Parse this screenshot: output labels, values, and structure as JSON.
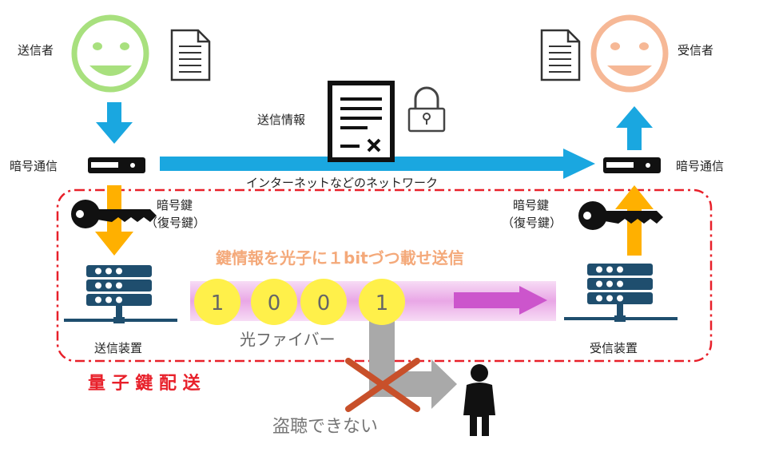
{
  "sender": {
    "label": "送信者"
  },
  "receiver": {
    "label": "受信者"
  },
  "encrypt_left": {
    "label": "暗号通信"
  },
  "encrypt_right": {
    "label": "暗号通信"
  },
  "send_info": {
    "label": "送信情報"
  },
  "internet": {
    "label": "インターネットなどのネットワーク"
  },
  "key_left": {
    "line1": "暗号鍵",
    "line2": "（復号鍵）"
  },
  "key_right": {
    "line1": "暗号鍵",
    "line2": "（復号鍵）"
  },
  "photon_caption": {
    "text": "鍵情報を光子に１bitづつ載せ送信"
  },
  "bits": [
    "1",
    "0",
    "0",
    "1"
  ],
  "fiber": {
    "label": "光ファイバー"
  },
  "sender_device": {
    "label": "送信装置"
  },
  "receiver_device": {
    "label": "受信装置"
  },
  "qkd": {
    "label": "量 子 鍵 配 送"
  },
  "intercept": {
    "label": "盗聴できない"
  },
  "colors": {
    "internet_arrow": "#1aa7e0",
    "key_arrow": "#ffb000",
    "photon_bit": "#fff04a",
    "fiber_band": "#f2c2ee",
    "fiber_arrow": "#cc55cc",
    "caption": "#f4a97a",
    "qkd_box": "#e8202a",
    "server": "#1f4e6e",
    "sender_face": "#8fd46a",
    "receiver_face": "#f4a37a",
    "block_x": "#c8502a"
  }
}
